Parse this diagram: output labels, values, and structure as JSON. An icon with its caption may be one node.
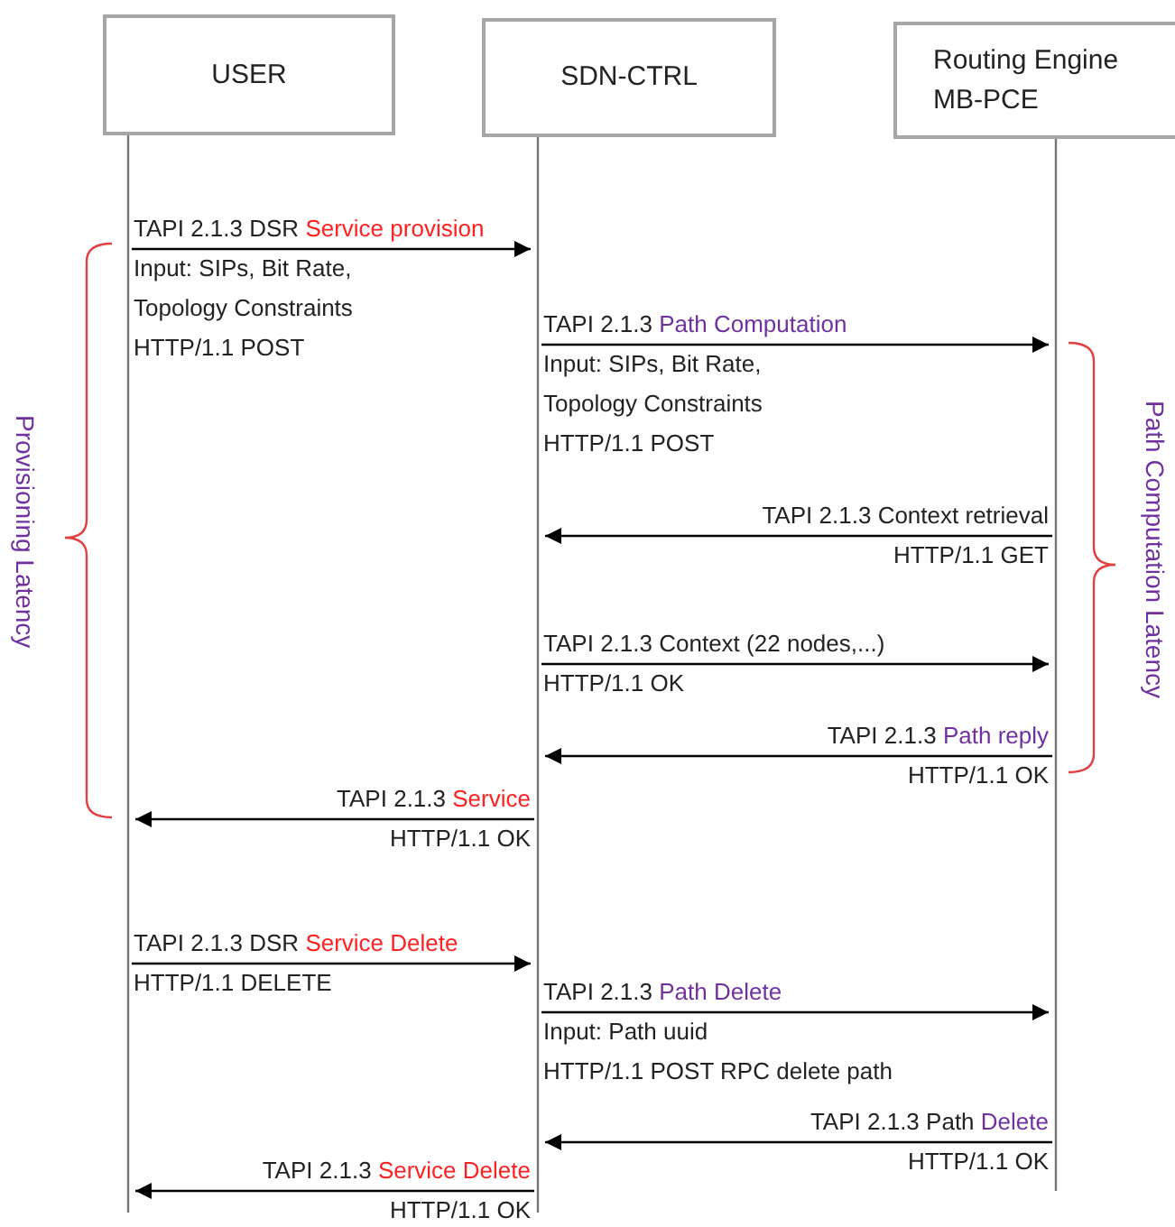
{
  "diagram": {
    "nodes": [
      {
        "text": [
          "USER"
        ]
      },
      {
        "text": [
          "SDN-CTRL"
        ]
      },
      {
        "text": [
          "Routing Engine MB-PCE"
        ]
      }
    ],
    "edges": [
      {
        "from": 0,
        "to": 1,
        "arrow": "to",
        "label": "TAPI 2.1.3 DSR Service provision Input: SIPs, Bit Rate, Topology Constraints HTTP/1.1 POST"
      },
      {
        "from": 1,
        "to": 2,
        "arrow": "to",
        "label": "TAPI 2.1.3 Path Computation Input: SIPs, Bit Rate, Topology Constraints HTTP/1.1 POST"
      },
      {
        "from": 2,
        "to": 1,
        "arrow": "to",
        "label": "TAPI 2.1.3 Context retrieval HTTP/1.1 GET"
      },
      {
        "from": 1,
        "to": 2,
        "arrow": "to",
        "label": "TAPI 2.1.3 Context (22 nodes,...) HTTP/1.1 OK"
      },
      {
        "from": 2,
        "to": 1,
        "arrow": "to",
        "label": "TAPI 2.1.3 Path reply HTTP/1.1 OK"
      },
      {
        "from": 1,
        "to": 0,
        "arrow": "to",
        "label": "TAPI 2.1.3 Service HTTP/1.1 OK"
      },
      {
        "from": 0,
        "to": 1,
        "arrow": "to",
        "label": "TAPI 2.1.3 DSR Service Delete HTTP/1.1 DELETE"
      },
      {
        "from": 1,
        "to": 2,
        "arrow": "to",
        "label": "TAPI 2.1.3 Path Delete Input: Path uuid HTTP/1.1 POST RPC delete path"
      },
      {
        "from": 2,
        "to": 1,
        "arrow": "to",
        "label": "TAPI 2.1.3 Path Delete HTTP/1.1 OK"
      },
      {
        "from": 1,
        "to": 0,
        "arrow": "to",
        "label": "TAPI 2.1.3 Service Delete HTTP/1.1 OK"
      }
    ],
    "labels": [
      "Provisioning Latency",
      "Path Computation Latency"
    ]
  }
}
